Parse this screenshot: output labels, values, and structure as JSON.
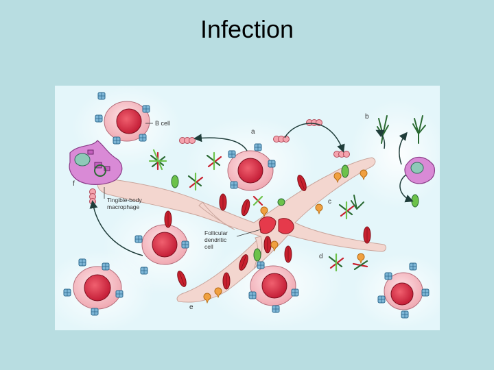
{
  "slide": {
    "title": "Infection"
  },
  "figure": {
    "labels": {
      "a": "a",
      "b": "b",
      "c": "c",
      "d": "d",
      "e": "e",
      "f": "f",
      "b_cell": "B cell",
      "tingible_line1": "Tingible-body",
      "tingible_line2": "macrophage",
      "fdc_line1": "Follicular",
      "fdc_line2": "dendritic",
      "fdc_line3": "cell"
    },
    "colors": {
      "slide_background": "#b8dde1",
      "figure_background": "#e4f6fa",
      "b_cell_outer": "#f7c3c8",
      "b_cell_inner": "#d9324a",
      "receptor": "#6aa7c9",
      "fdc_body": "#f3d6cf",
      "macrophage": "#d98ad6",
      "antibody_red": "#c8202e",
      "antigen_orange": "#f0a040",
      "green": "#6cc24a"
    }
  }
}
